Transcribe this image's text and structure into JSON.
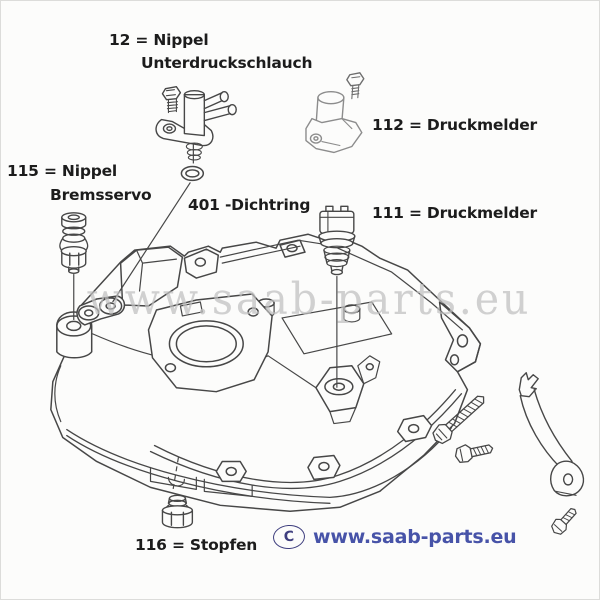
{
  "diagram": {
    "callouts": [
      {
        "part_id": "12",
        "lines": [
          "12 = Nippel",
          "Unterdruckschlauch"
        ]
      },
      {
        "part_id": "115",
        "lines": [
          "115 = Nippel",
          "Bremsservo"
        ]
      },
      {
        "part_id": "401",
        "lines": [
          "401 -Dichtring"
        ]
      },
      {
        "part_id": "112",
        "lines": [
          "112 = Druckmelder"
        ]
      },
      {
        "part_id": "111",
        "lines": [
          "111 = Druckmelder"
        ]
      },
      {
        "part_id": "116",
        "lines": [
          "116 = Stopfen"
        ]
      }
    ],
    "watermark": {
      "text": "www.saab-parts.eu",
      "color": "#bfbfbf"
    },
    "copyright": {
      "symbol": "C",
      "link_text": "www.saab-parts.eu",
      "color": "#4753a8"
    },
    "drawing": {
      "subject": "intake manifold with fittings",
      "line_color": "#474747",
      "light_line_color": "#8c8c8c",
      "background": "#fcfcfb"
    }
  }
}
